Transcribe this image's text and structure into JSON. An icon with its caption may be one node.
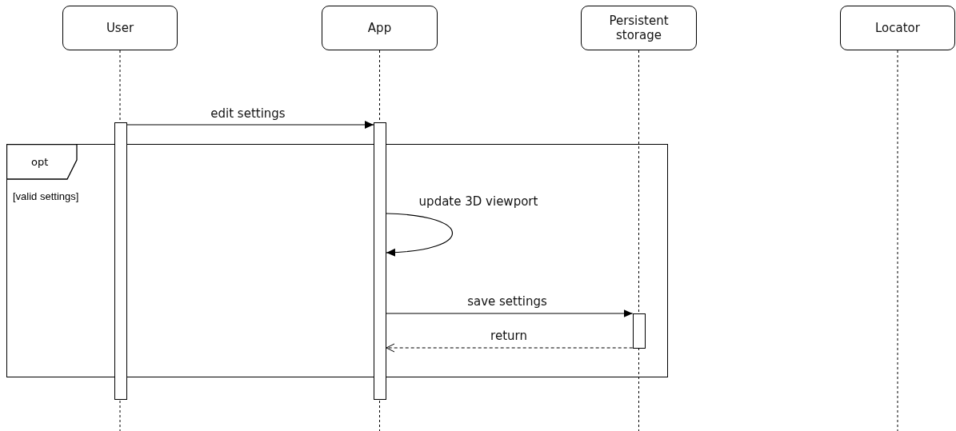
{
  "diagram": {
    "nodes": [
      {
        "text": [
          "User"
        ]
      },
      {
        "text": [
          "App"
        ]
      },
      {
        "text": [
          "Persistent storage"
        ]
      },
      {
        "text": [
          "Locator"
        ]
      },
      {
        "text": [
          "opt",
          "[valid settings]"
        ]
      },
      {
        "text": [],
        "shape": "bar"
      },
      {
        "text": [],
        "shape": "bar"
      },
      {
        "text": [],
        "shape": "bar",
        "in": 4
      }
    ],
    "edges": [
      {
        "from": 5,
        "to": 6,
        "arrow": "to",
        "label": "edit settings"
      },
      {
        "from": 6,
        "to": 6,
        "arrow": "to",
        "label": "update 3D viewport"
      },
      {
        "from": 6,
        "to": 7,
        "arrow": "to",
        "label": "save settings"
      },
      {
        "from": 7,
        "to": 6,
        "arrow": "to",
        "label": "return",
        "style": "dashed"
      }
    ]
  }
}
